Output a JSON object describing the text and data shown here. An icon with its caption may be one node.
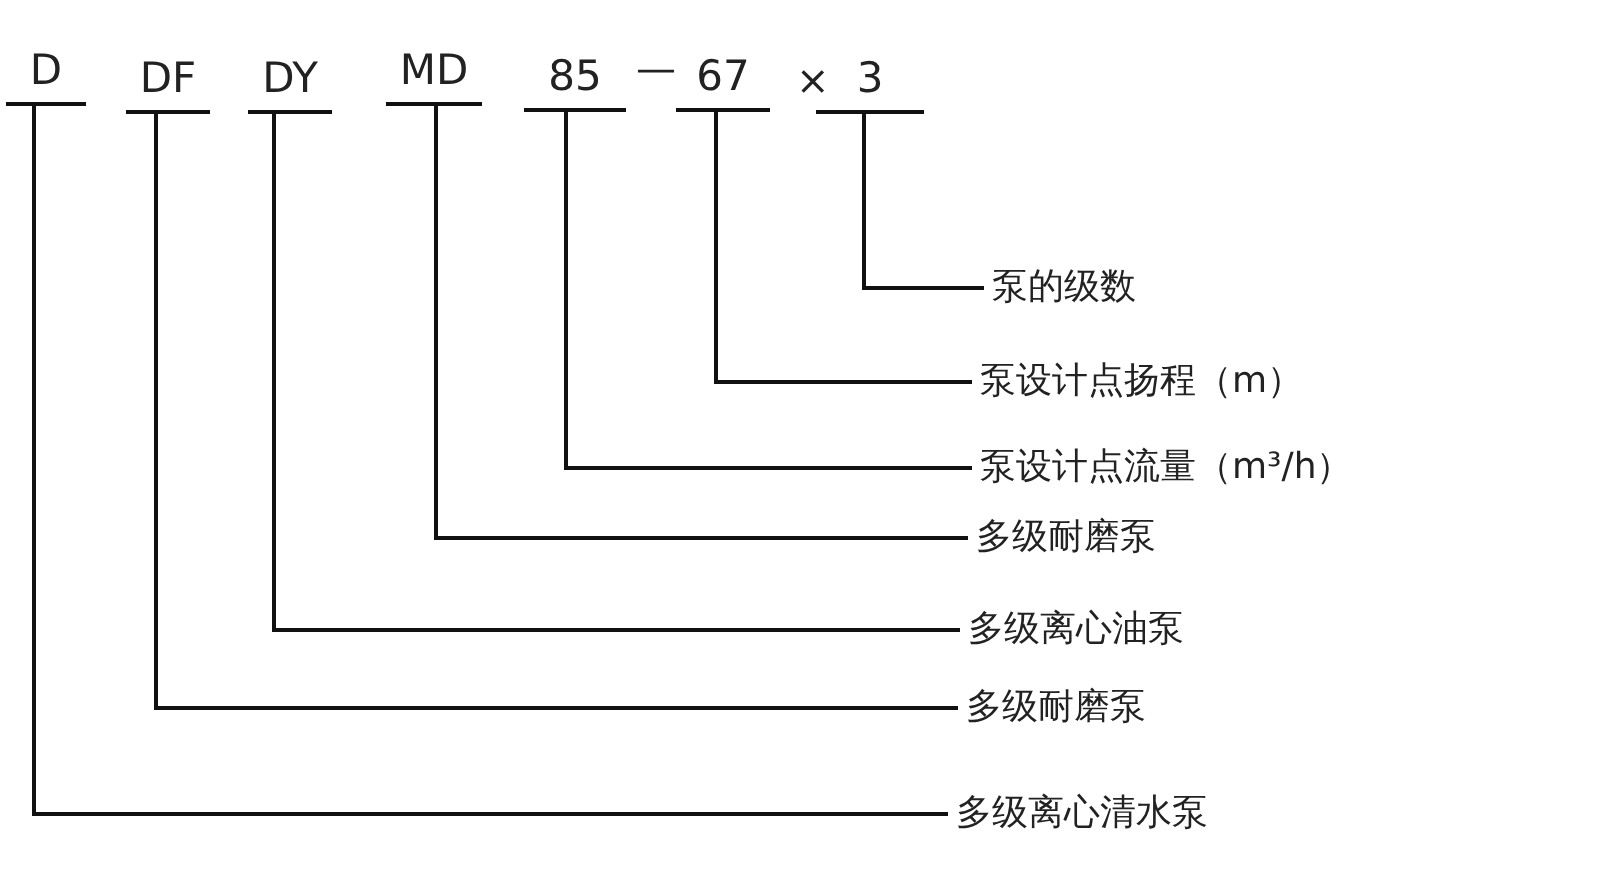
{
  "diagram": {
    "nodes": [
      {
        "text": [
          "D"
        ]
      },
      {
        "text": [
          "DF"
        ]
      },
      {
        "text": [
          "DY"
        ]
      },
      {
        "text": [
          "MD"
        ]
      },
      {
        "text": [
          "85"
        ]
      },
      {
        "text": [
          "67"
        ]
      },
      {
        "text": [
          "3"
        ]
      },
      {
        "text": [
          "泵的级数"
        ]
      },
      {
        "text": [
          "泵设计点扬程（m）"
        ]
      },
      {
        "text": [
          "泵设计点流量（m³/h）"
        ]
      },
      {
        "text": [
          "多级耐磨泵"
        ]
      },
      {
        "text": [
          "多级离心油泵"
        ]
      },
      {
        "text": [
          "多级耐磨泵"
        ]
      },
      {
        "text": [
          "多级离心清水泵"
        ]
      }
    ],
    "edges": [
      {
        "from": 6,
        "to": 7,
        "arrow": "none"
      },
      {
        "from": 5,
        "to": 8,
        "arrow": "none"
      },
      {
        "from": 4,
        "to": 9,
        "arrow": "none"
      },
      {
        "from": 3,
        "to": 10,
        "arrow": "none"
      },
      {
        "from": 2,
        "to": 11,
        "arrow": "none"
      },
      {
        "from": 1,
        "to": 12,
        "arrow": "none"
      },
      {
        "from": 0,
        "to": 13,
        "arrow": "none"
      }
    ],
    "labels": [
      "—",
      "×"
    ]
  }
}
